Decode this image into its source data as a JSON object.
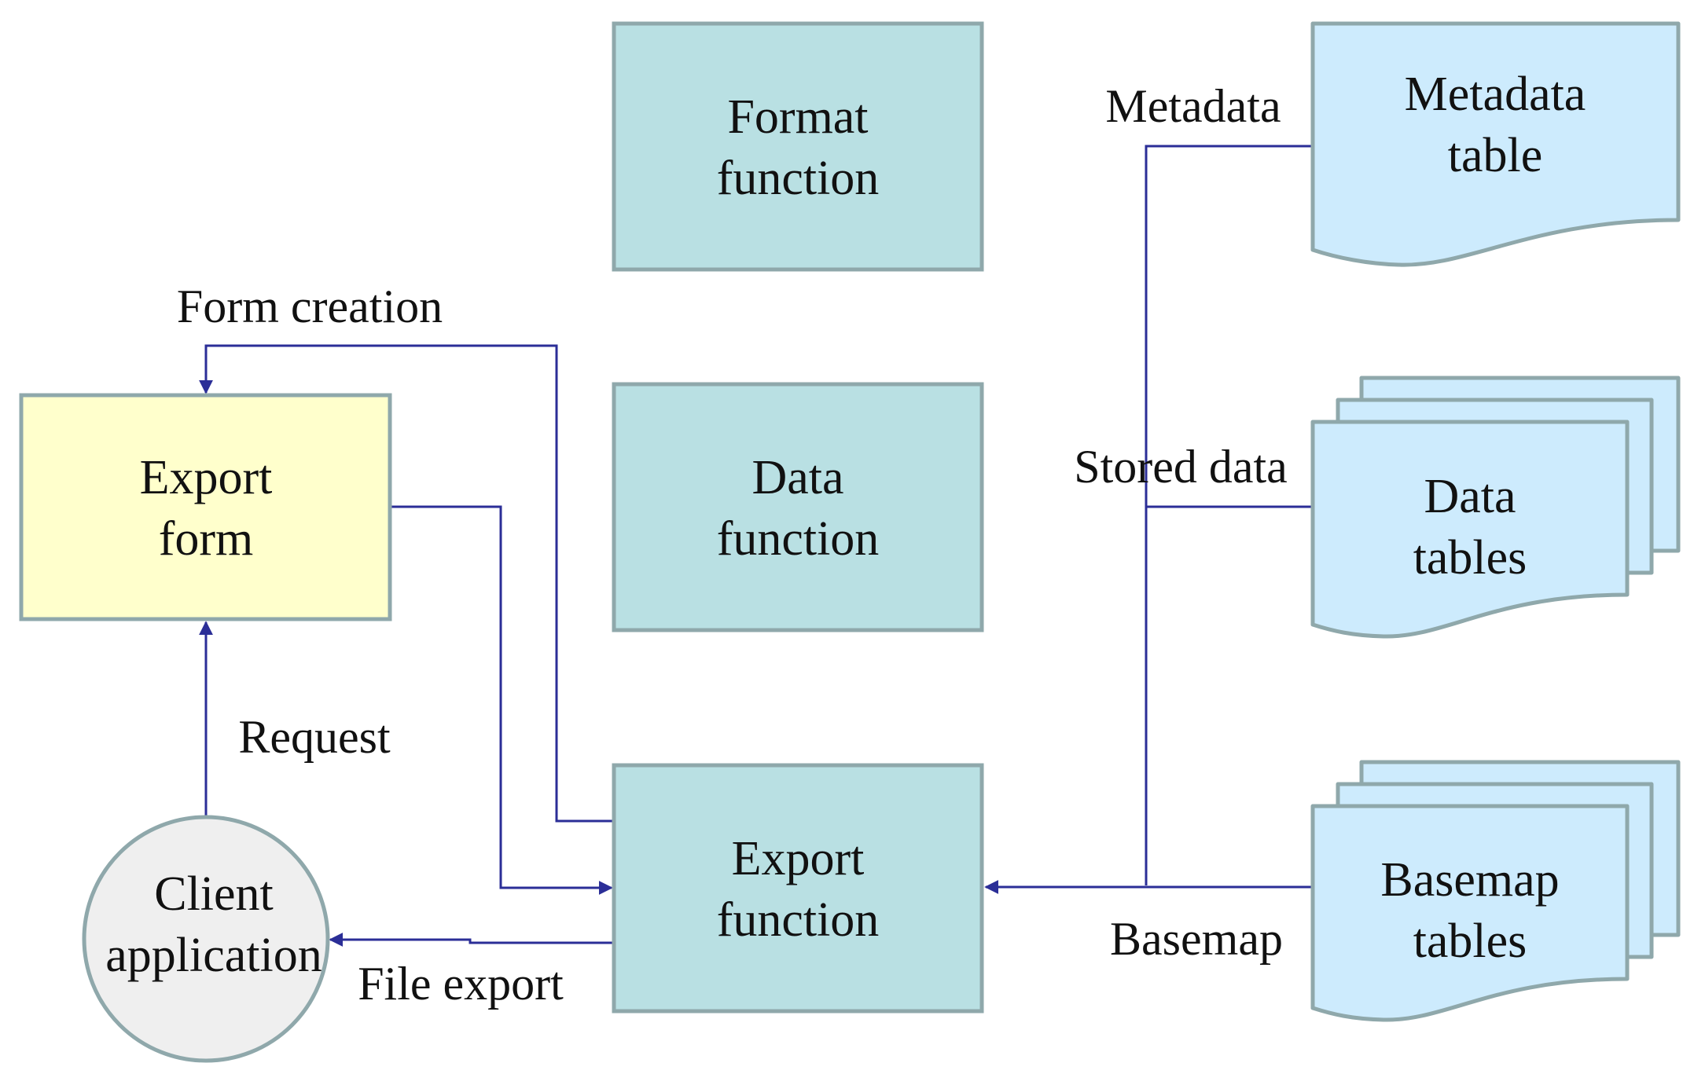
{
  "nodes": {
    "format_function": [
      "Format",
      "function"
    ],
    "data_function": [
      "Data",
      "function"
    ],
    "export_function": [
      "Export",
      "function"
    ],
    "export_form": [
      "Export",
      "form"
    ],
    "client_application": [
      "Client",
      "application"
    ],
    "metadata_table": [
      "Metadata",
      "table"
    ],
    "data_tables": [
      "Data",
      "tables"
    ],
    "basemap_tables": [
      "Basemap",
      "tables"
    ]
  },
  "edges": {
    "form_creation": "Form creation",
    "request": "Request",
    "file_export": "File export",
    "metadata": "Metadata",
    "stored_data": "Stored data",
    "basemap": "Basemap"
  },
  "colors": {
    "process_fill": "#b9e0e3",
    "form_fill": "#ffffcc",
    "datastore_fill": "#cdebfd",
    "client_fill": "#efefef",
    "outline": "#8fa8ab",
    "connector": "#2b2e97"
  }
}
